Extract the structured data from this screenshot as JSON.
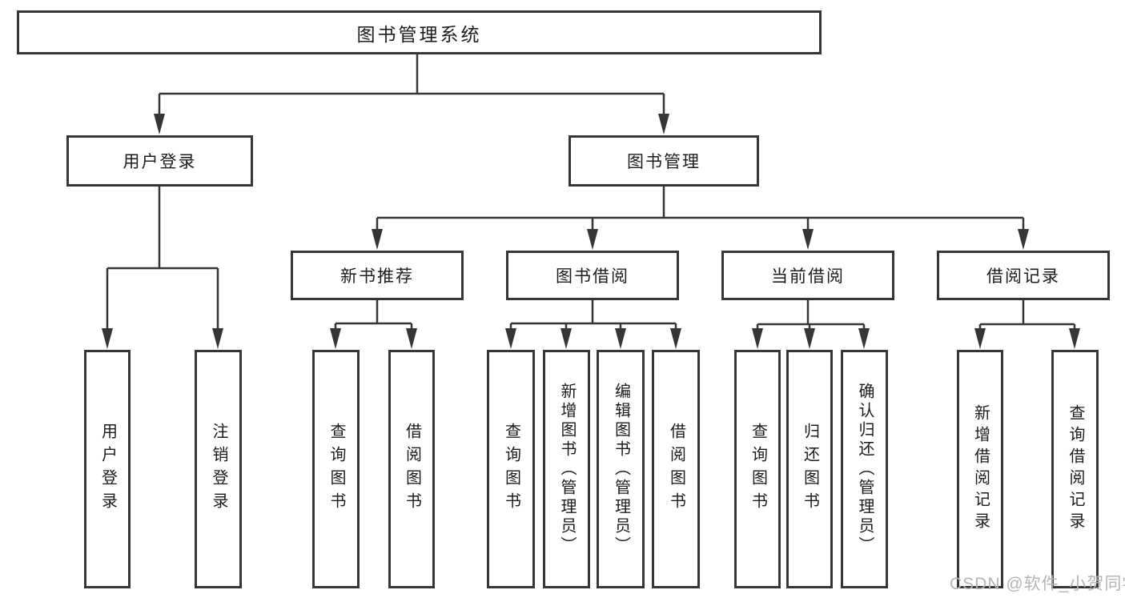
{
  "tree": {
    "root": {
      "label": "图书管理系统"
    },
    "user_login": {
      "label": "用户登录",
      "children": [
        {
          "label": "用户登录"
        },
        {
          "label": "注销登录"
        }
      ]
    },
    "book_management": {
      "label": "图书管理",
      "children": [
        {
          "label": "新书推荐",
          "children": [
            {
              "label": "查询图书"
            },
            {
              "label": "借阅图书"
            }
          ]
        },
        {
          "label": "图书借阅",
          "children": [
            {
              "label": "查询图书"
            },
            {
              "label": "新增图书（管理员）"
            },
            {
              "label": "编辑图书（管理员）"
            },
            {
              "label": "借阅图书"
            }
          ]
        },
        {
          "label": "当前借阅",
          "children": [
            {
              "label": "查询图书"
            },
            {
              "label": "归还图书"
            },
            {
              "label": "确认归还（管理员）"
            }
          ]
        },
        {
          "label": "借阅记录",
          "children": [
            {
              "label": "新增借阅记录"
            },
            {
              "label": "查询借阅记录"
            }
          ]
        }
      ]
    }
  },
  "watermark": {
    "text": "CSDN @软件_小贺同学"
  },
  "colors": {
    "background": "#ffffff",
    "border": "#363636",
    "line": "#363636",
    "text": "#1c1c1c",
    "watermark": "#b4b4b4"
  }
}
